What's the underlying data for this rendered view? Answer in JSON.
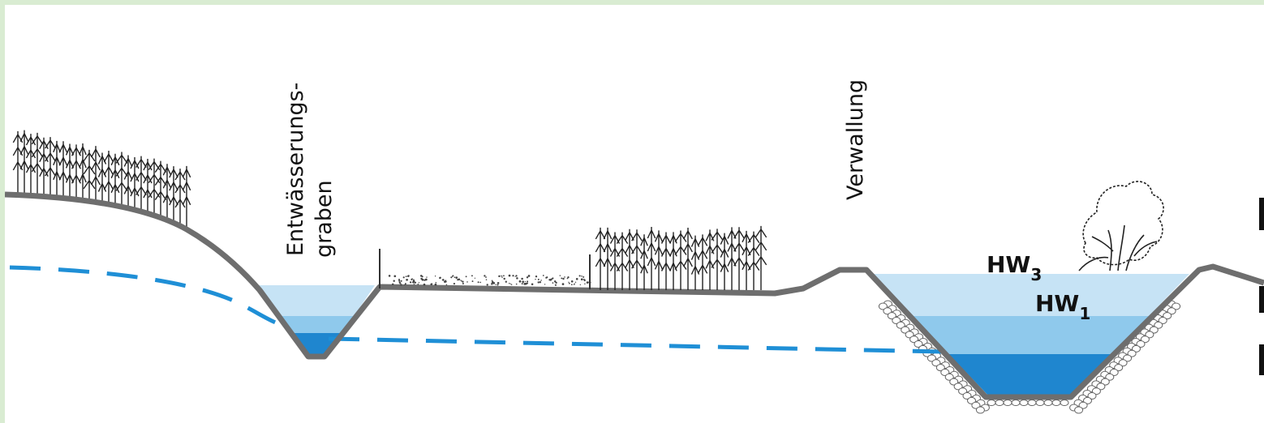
{
  "labels": {
    "drain_ditch_line1": "Entwässerungs-",
    "drain_ditch_line2": "graben",
    "embankment": "Verwallung",
    "hw3_base": "HW",
    "hw3_sub": "3",
    "hw1_base": "HW",
    "hw1_sub": "1"
  },
  "colors": {
    "background_border": "#d9ecd2",
    "ground_line": "#6e6e6e",
    "water_light": "#c6e3f5",
    "water_medium": "#8fc9ec",
    "water_dark": "#1f86cf",
    "groundwater_dash": "#1f8fd6",
    "vegetation": "#222222"
  },
  "icons": {
    "reed_left": "reed-vegetation-icon",
    "reed_middle": "reed-vegetation-icon",
    "tree": "tree-icon",
    "riprap": "riprap-stones-icon"
  }
}
